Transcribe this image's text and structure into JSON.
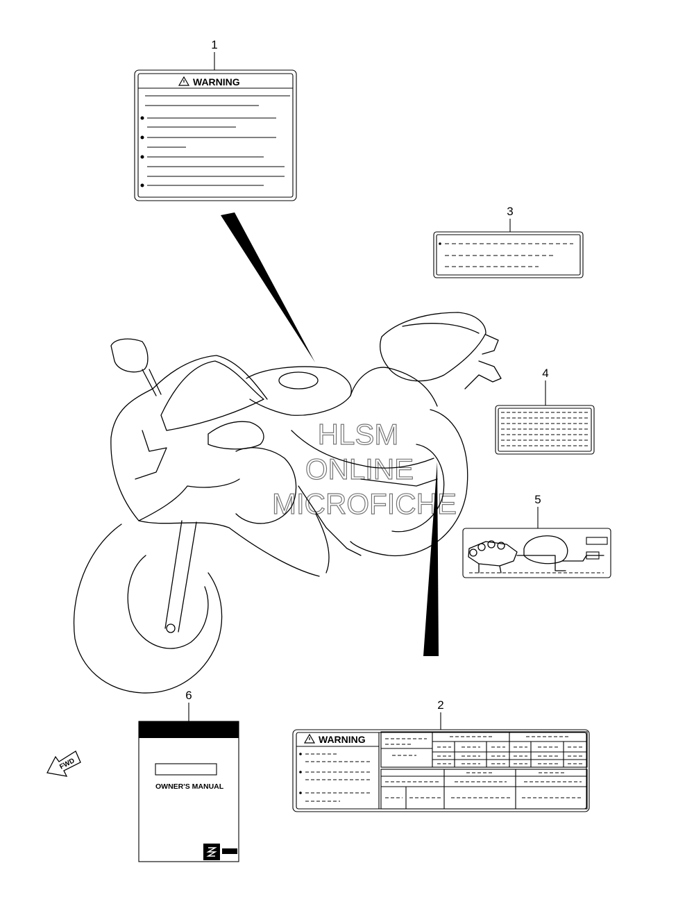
{
  "callouts": [
    "1",
    "2",
    "3",
    "4",
    "5",
    "6"
  ],
  "label1": {
    "heading": "WARNING"
  },
  "label2": {
    "heading": "WARNING"
  },
  "label6": {
    "title": "OWNER'S MANUAL"
  },
  "fwd_arrow": {
    "text": "FWD"
  },
  "watermark": {
    "line1": "HLSM",
    "line2": "ONLINE",
    "line3": "MICROFICHE"
  },
  "icons": [
    "warning-triangle-icon",
    "suzuki-logo-icon",
    "fwd-arrow-icon"
  ]
}
